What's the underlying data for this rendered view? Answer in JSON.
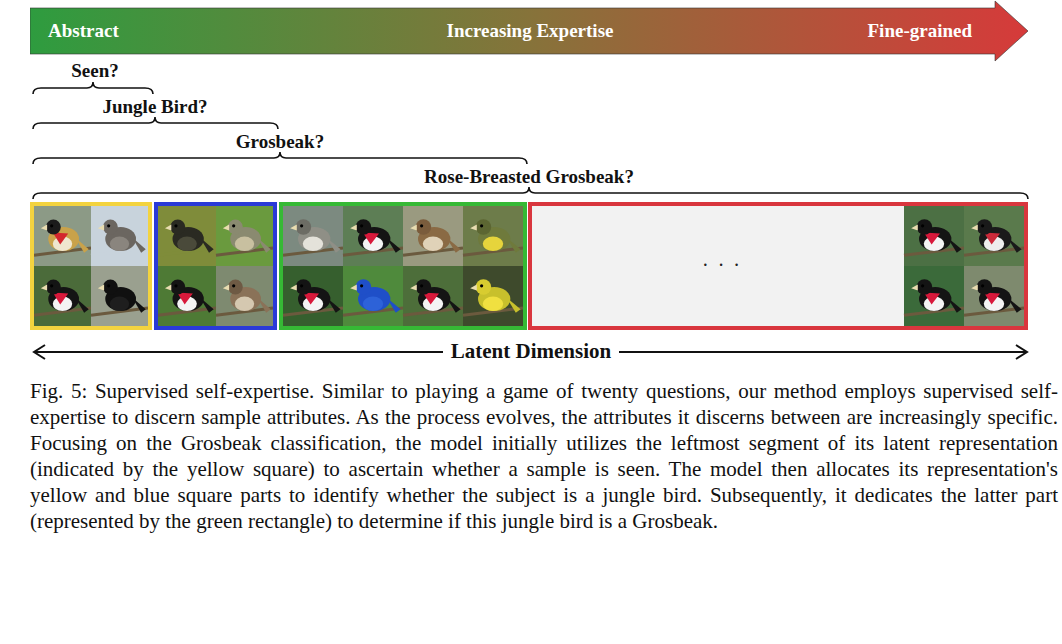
{
  "diagram": {
    "caption": "Fig. 5: Supervised self-expertise. Similar to playing a game of twenty questions, our method employs supervised self-expertise to discern sample attributes. As the process evolves, the attributes it discerns between are increasingly specific. Focusing on the Grosbeak classification, the model initially utilizes the leftmost segment of its latent representation (indicated by the yellow square) to ascertain whether a sample is seen. The model then allocates its representation's yellow and blue square parts to identify whether the subject is a jungle bird. Subsequently, it dedicates the latter part (represented by the green rectangle) to determine if this jungle bird is a Grosbeak.",
    "nodes": [
      {
        "text": [
          "Abstract",
          "Increasing Expertise",
          "Fine-grained"
        ]
      },
      {
        "text": [
          "· · ·"
        ]
      }
    ],
    "labels": [
      "Seen?",
      "Jungle Bird?",
      "Grosbeak?",
      "Rose-Breasted Grosbeak?",
      "Latent Dimension"
    ]
  }
}
